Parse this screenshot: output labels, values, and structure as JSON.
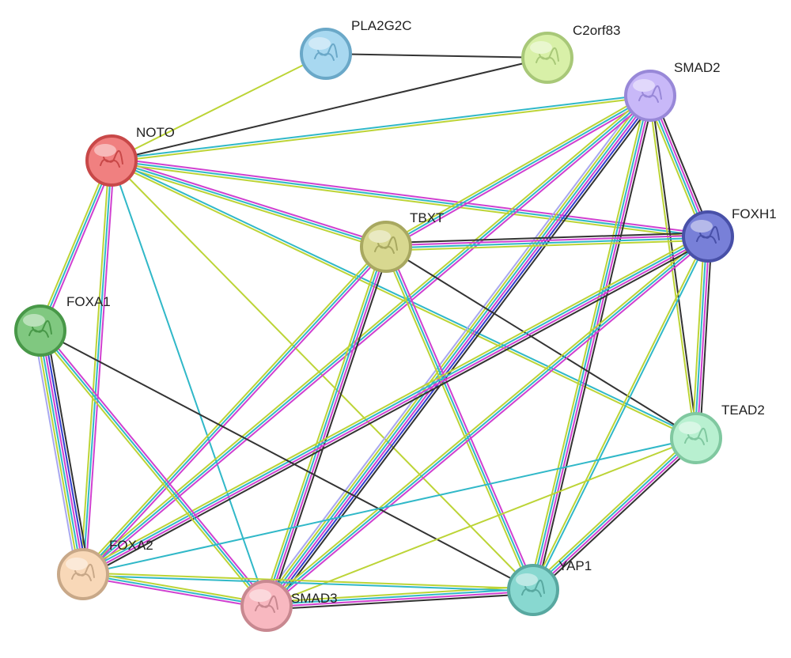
{
  "network": {
    "nodes": [
      {
        "id": "PLA2G2C",
        "label": "PLA2G2C",
        "color": "#a8d8f0",
        "border": "#6aa8c8"
      },
      {
        "id": "C2orf83",
        "label": "C2orf83",
        "color": "#d8f0a8",
        "border": "#a8c878"
      },
      {
        "id": "SMAD2",
        "label": "SMAD2",
        "color": "#c8b8f8",
        "border": "#9888d8"
      },
      {
        "id": "NOTO",
        "label": "NOTO",
        "color": "#f08080",
        "border": "#c84848"
      },
      {
        "id": "TBXT",
        "label": "TBXT",
        "color": "#d8d890",
        "border": "#a8a860"
      },
      {
        "id": "FOXH1",
        "label": "FOXH1",
        "color": "#7880d8",
        "border": "#4850a8"
      },
      {
        "id": "FOXA1",
        "label": "FOXA1",
        "color": "#80c880",
        "border": "#489848"
      },
      {
        "id": "TEAD2",
        "label": "TEAD2",
        "color": "#b8f0d0",
        "border": "#80c8a0"
      },
      {
        "id": "FOXA2",
        "label": "FOXA2",
        "color": "#f8d8b8",
        "border": "#c8a888"
      },
      {
        "id": "YAP1",
        "label": "YAP1",
        "color": "#88d8d0",
        "border": "#58a8a0"
      },
      {
        "id": "SMAD3",
        "label": "SMAD3",
        "color": "#f8b8c0",
        "border": "#c88890"
      }
    ],
    "edge_colors": {
      "black": "#333333",
      "yellow": "#bcd436",
      "cyan": "#30b8c8",
      "magenta": "#d040d0",
      "blue": "#3040d0",
      "lavender": "#a8a8f0"
    },
    "edges": [
      {
        "a": "PLA2G2C",
        "b": "C2orf83",
        "types": [
          "black"
        ]
      },
      {
        "a": "PLA2G2C",
        "b": "NOTO",
        "types": [
          "yellow"
        ]
      },
      {
        "a": "C2orf83",
        "b": "NOTO",
        "types": [
          "black"
        ]
      },
      {
        "a": "NOTO",
        "b": "SMAD2",
        "types": [
          "cyan",
          "yellow"
        ]
      },
      {
        "a": "NOTO",
        "b": "TBXT",
        "types": [
          "magenta",
          "cyan",
          "yellow"
        ]
      },
      {
        "a": "NOTO",
        "b": "FOXH1",
        "types": [
          "magenta",
          "cyan",
          "yellow"
        ]
      },
      {
        "a": "NOTO",
        "b": "FOXA1",
        "types": [
          "magenta",
          "cyan",
          "yellow"
        ]
      },
      {
        "a": "NOTO",
        "b": "FOXA2",
        "types": [
          "magenta",
          "cyan",
          "yellow"
        ]
      },
      {
        "a": "NOTO",
        "b": "TEAD2",
        "types": [
          "cyan",
          "yellow"
        ]
      },
      {
        "a": "NOTO",
        "b": "YAP1",
        "types": [
          "yellow"
        ]
      },
      {
        "a": "NOTO",
        "b": "SMAD3",
        "types": [
          "cyan"
        ]
      },
      {
        "a": "SMAD2",
        "b": "TBXT",
        "types": [
          "magenta",
          "cyan",
          "yellow"
        ]
      },
      {
        "a": "SMAD2",
        "b": "FOXH1",
        "types": [
          "black",
          "magenta",
          "cyan",
          "yellow"
        ]
      },
      {
        "a": "SMAD2",
        "b": "TEAD2",
        "types": [
          "black",
          "yellow"
        ]
      },
      {
        "a": "SMAD2",
        "b": "YAP1",
        "types": [
          "black",
          "magenta",
          "cyan",
          "yellow"
        ]
      },
      {
        "a": "SMAD2",
        "b": "SMAD3",
        "types": [
          "black",
          "blue",
          "magenta",
          "cyan",
          "yellow",
          "lavender"
        ]
      },
      {
        "a": "SMAD2",
        "b": "FOXA2",
        "types": [
          "magenta",
          "cyan",
          "yellow"
        ]
      },
      {
        "a": "TBXT",
        "b": "FOXH1",
        "types": [
          "black",
          "magenta",
          "cyan",
          "yellow"
        ]
      },
      {
        "a": "TBXT",
        "b": "SMAD3",
        "types": [
          "black",
          "magenta",
          "cyan",
          "yellow"
        ]
      },
      {
        "a": "TBXT",
        "b": "TEAD2",
        "types": [
          "black"
        ]
      },
      {
        "a": "TBXT",
        "b": "YAP1",
        "types": [
          "magenta",
          "cyan",
          "yellow"
        ]
      },
      {
        "a": "TBXT",
        "b": "FOXA2",
        "types": [
          "magenta",
          "cyan",
          "yellow"
        ]
      },
      {
        "a": "FOXH1",
        "b": "TEAD2",
        "types": [
          "black",
          "magenta",
          "cyan",
          "yellow"
        ]
      },
      {
        "a": "FOXH1",
        "b": "YAP1",
        "types": [
          "cyan",
          "yellow"
        ]
      },
      {
        "a": "FOXH1",
        "b": "SMAD3",
        "types": [
          "magenta",
          "cyan",
          "yellow"
        ]
      },
      {
        "a": "FOXH1",
        "b": "FOXA2",
        "types": [
          "black",
          "magenta",
          "cyan",
          "yellow"
        ]
      },
      {
        "a": "FOXA1",
        "b": "FOXA2",
        "types": [
          "black",
          "blue",
          "magenta",
          "cyan",
          "yellow",
          "lavender"
        ]
      },
      {
        "a": "FOXA1",
        "b": "YAP1",
        "types": [
          "black"
        ]
      },
      {
        "a": "FOXA1",
        "b": "SMAD3",
        "types": [
          "magenta",
          "cyan",
          "yellow"
        ]
      },
      {
        "a": "TEAD2",
        "b": "YAP1",
        "types": [
          "black",
          "magenta",
          "cyan",
          "yellow"
        ]
      },
      {
        "a": "TEAD2",
        "b": "SMAD3",
        "types": [
          "yellow"
        ]
      },
      {
        "a": "TEAD2",
        "b": "FOXA2",
        "types": [
          "cyan"
        ]
      },
      {
        "a": "YAP1",
        "b": "SMAD3",
        "types": [
          "black",
          "magenta",
          "cyan",
          "yellow"
        ]
      },
      {
        "a": "YAP1",
        "b": "FOXA2",
        "types": [
          "cyan",
          "yellow"
        ]
      },
      {
        "a": "SMAD3",
        "b": "FOXA2",
        "types": [
          "magenta",
          "cyan",
          "yellow"
        ]
      }
    ]
  }
}
